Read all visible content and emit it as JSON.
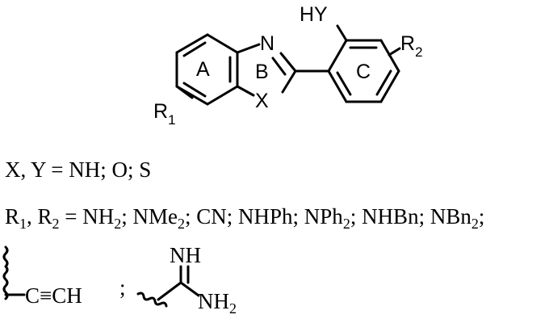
{
  "structure": {
    "atom_N": "N",
    "atom_X": "X",
    "atom_HY": "HY",
    "atom_R1": "R",
    "atom_R1_sub": "1",
    "atom_R2": "R",
    "atom_R2_sub": "2",
    "ring_A": "A",
    "ring_B": "B",
    "ring_C": "C"
  },
  "definitions": {
    "xy_line": "X, Y = NH; O; S",
    "r_line": {
      "r1": "R",
      "r1_sub": "1",
      "sep": ", R",
      "r2_sub": "2",
      "eq": " = NH",
      "nh2_sub": "2",
      "nme": "; NMe",
      "nme_sub": "2",
      "rest1": "; CN; NHPh; NPh",
      "nph_sub": "2",
      "rest2": "; NHBn; NBn",
      "nbn_sub": "2",
      "end": ";"
    },
    "alkyne_label": "C≡CH",
    "separator": ";",
    "amidine_nh": "NH",
    "amidine_nh2": "NH",
    "amidine_nh2_sub": "2"
  }
}
